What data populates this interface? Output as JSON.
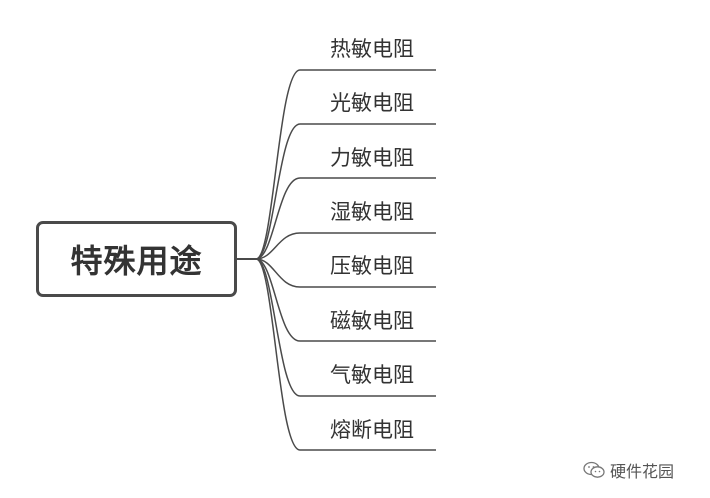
{
  "root": {
    "label": "特殊用途"
  },
  "branches": [
    {
      "label": "热敏电阻"
    },
    {
      "label": "光敏电阻"
    },
    {
      "label": "力敏电阻"
    },
    {
      "label": "湿敏电阻"
    },
    {
      "label": "压敏电阻"
    },
    {
      "label": "磁敏电阻"
    },
    {
      "label": "气敏电阻"
    },
    {
      "label": "熔断电阻"
    }
  ],
  "watermark": {
    "text": "硬件花园",
    "icon": "wechat-icon"
  },
  "colors": {
    "line": "#4a4a4a",
    "text": "#333333"
  }
}
